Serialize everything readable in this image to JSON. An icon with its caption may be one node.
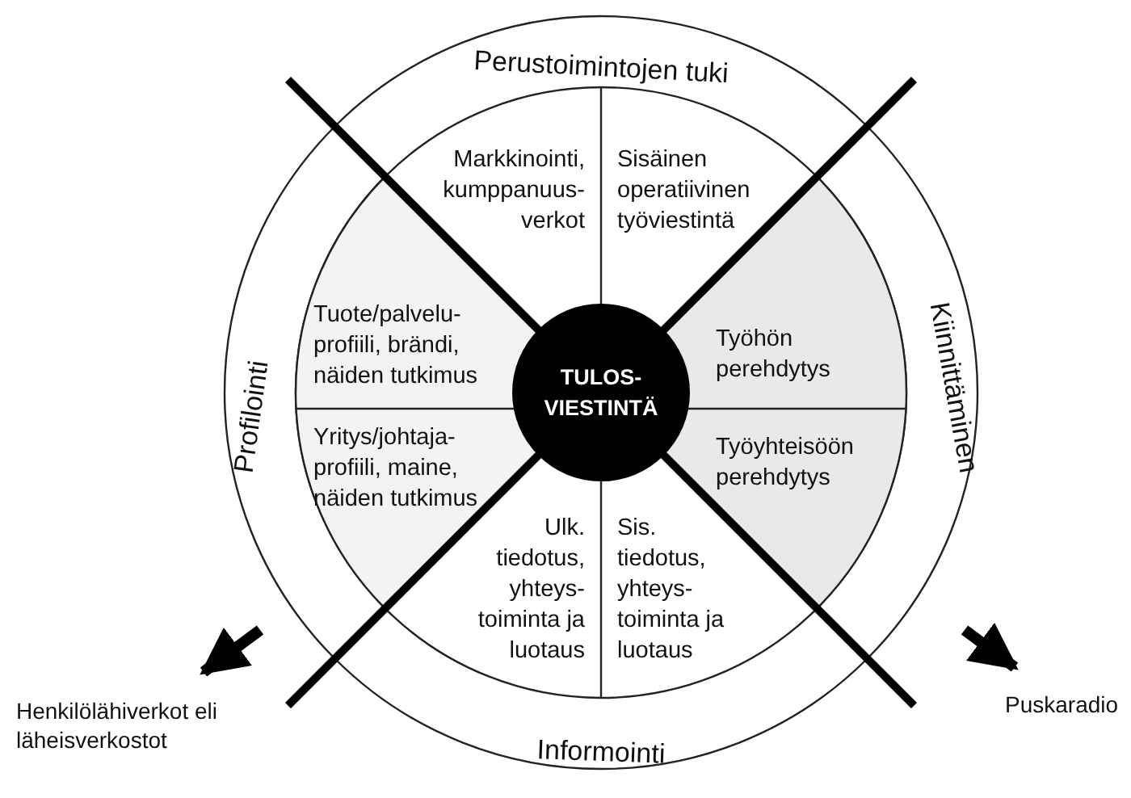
{
  "diagram": {
    "nodes": [
      {
        "text": [
          "TULOS- VIESTINTÄ"
        ]
      },
      {
        "text": [
          "Markkinointi, kumppanuus- verkot"
        ]
      },
      {
        "text": [
          "Sisäinen operatiivinen työviestintä"
        ]
      },
      {
        "text": [
          "Tuote/palvelu- profiili, brändi, näiden tutkimus"
        ]
      },
      {
        "text": [
          "Työhön perehdytys"
        ]
      },
      {
        "text": [
          "Yritys/johtaja- profiili, maine, näiden tutkimus"
        ]
      },
      {
        "text": [
          "Työyhteisöön perehdytys"
        ]
      },
      {
        "text": [
          "Ulk. tiedotus, yhteys- toiminta ja luotaus"
        ]
      },
      {
        "text": [
          "Sis. tiedotus, yhteys- toiminta ja luotaus"
        ]
      },
      {
        "text": [
          "Henkilölähiverkot eli läheisverkostot"
        ]
      },
      {
        "text": [
          "Puskaradio"
        ]
      }
    ],
    "edges": [
      {
        "from": null,
        "to": 9,
        "arrow": "to"
      },
      {
        "from": null,
        "to": 10,
        "arrow": "to"
      }
    ],
    "labels": [
      "Perustoimintojen tuki",
      "Profilointi",
      "Kiinnittäminen",
      "Informointi"
    ]
  }
}
